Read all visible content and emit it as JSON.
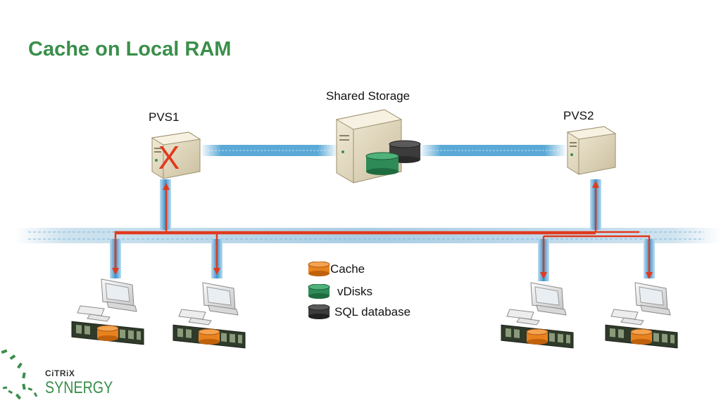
{
  "slide": {
    "title": "Cache on Local RAM"
  },
  "diagram": {
    "storage_label": "Shared Storage",
    "server1_label": "PVS1",
    "server1_status": "X",
    "server2_label": "PVS2"
  },
  "legend": {
    "items": [
      {
        "label": "Cache",
        "color": "#e8821e"
      },
      {
        "label": "vDisks",
        "color": "#2e8b57"
      },
      {
        "label": "SQL database",
        "color": "#3c3c3c"
      }
    ]
  },
  "branding": {
    "vendor": "CiTRiX",
    "product": "SYNERGY"
  },
  "colors": {
    "title": "#3a8f4a",
    "network": "#4aa3d8",
    "path": "#e03a1e",
    "failed": "#e03a1e"
  }
}
